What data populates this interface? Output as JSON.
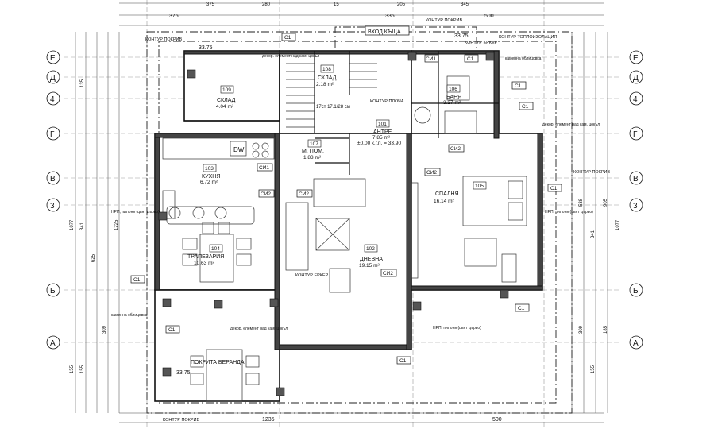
{
  "axes": {
    "rows": [
      {
        "label": "Е"
      },
      {
        "label": "Д"
      },
      {
        "label": "4"
      },
      {
        "label": "Г"
      },
      {
        "label": "В"
      },
      {
        "label": "3"
      },
      {
        "label": "Б"
      },
      {
        "label": "А"
      }
    ]
  },
  "rooms": [
    {
      "num": "109",
      "name": "СКЛАД",
      "area": "4.04 m²"
    },
    {
      "num": "108",
      "name": "СКЛАД",
      "area": "2.18 m²"
    },
    {
      "num": "106",
      "name": "БАНЯ",
      "area": "3.27 m²"
    },
    {
      "num": "101",
      "name": "АНТРЕ",
      "area": "7.85 m²"
    },
    {
      "num": "107",
      "name": "М. ПОМ.",
      "area": "1.83 m²"
    },
    {
      "num": "103",
      "name": "КУХНЯ",
      "area": "6.72 m²"
    },
    {
      "num": "105",
      "name": "СПАЛНЯ",
      "area": "16.14 m²"
    },
    {
      "num": "104",
      "name": "ТРАПЕЗАРИЯ",
      "area": "10.63 m²"
    },
    {
      "num": "102",
      "name": "ДНЕВНА",
      "area": "19.15 m²"
    },
    {
      "num": "",
      "name": "ПОКРИТА ВЕРАНДА",
      "area": ""
    }
  ],
  "labels": {
    "entrance": "ВХОД КЪЩА",
    "roof_contour": "КОНТУР ПОКРИВ",
    "bay_contour": "КОНТУР ЕРКЕР",
    "insulation_contour": "КОНТУР ТОПЛОИЗОЛАЦИЯ",
    "landing_contour": "КОНТУР ПЛОЧА",
    "porch_contour": "КОНТУР ЕРКЕР",
    "stairs": "17ст 17.1/28 см",
    "level": "±0.00 к.г.п. = 33.90",
    "elev1": "33.75",
    "elev2": "33.75",
    "elev3": "33.75",
    "dw": "DW",
    "nrp": "НРП, пилони (цвят дърво)",
    "stone": "каменна облицовка",
    "deco": "декор. елемент над кам. цокъл"
  },
  "tags": [
    "С1",
    "СИ1",
    "СИ2",
    "СИ2",
    "С1",
    "С1",
    "С1",
    "С1",
    "С1",
    "СИ1",
    "СИ2",
    "СИ2",
    "СИ2",
    "С1",
    "С1",
    "С1"
  ],
  "dims": {
    "top": [
      "375",
      "335",
      "500"
    ],
    "top2": [
      "375",
      "280",
      "15",
      "205",
      "345"
    ],
    "bottom": [
      "1235",
      "500"
    ],
    "left": [
      "1077",
      "341",
      "625",
      "1225",
      "155",
      "309",
      "135",
      "155"
    ],
    "right": [
      "1077",
      "905",
      "341",
      "538",
      "155",
      "309",
      "185"
    ]
  }
}
